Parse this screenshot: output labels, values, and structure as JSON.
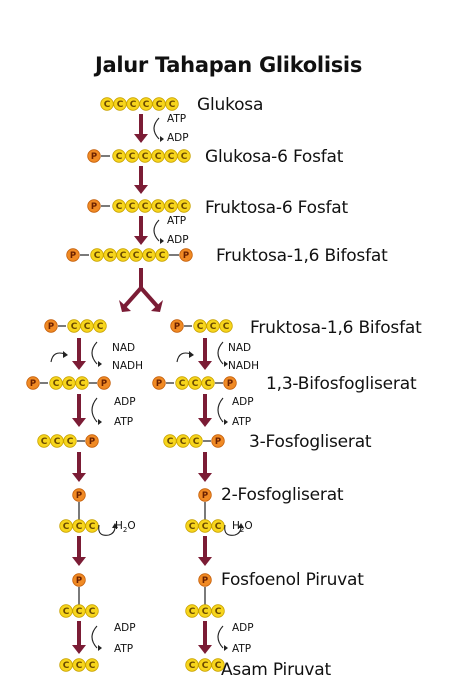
{
  "title": "Jalur Tahapan Glikolisis",
  "carbon_symbol": "C",
  "phosphate_symbol": "P",
  "colors": {
    "carbon": "#f7d51c",
    "carbon_edge": "#c9a300",
    "phosphate": "#f08a24",
    "phosphate_edge": "#c55f0a",
    "arrow": "#7b1c35",
    "text": "#111111"
  },
  "main_path": {
    "labels": {
      "glukosa": "Glukosa",
      "g6p": "Glukosa-6 Fosfat",
      "f6p": "Fruktosa-6 Fosfat",
      "f16bp": "Fruktosa-1,6 Bifosfat"
    },
    "cofactors": {
      "step1_in": "ATP",
      "step1_out": "ADP",
      "step3_in": "ATP",
      "step3_out": "ADP"
    }
  },
  "branch_labels": {
    "f16bp": "Fruktosa-1,6 Bifosfat",
    "bpg13": "1,3-Bifosfogliserat",
    "pg3": "3-Fosfogliserat",
    "pg2": "2-Fosfogliserat",
    "pep": "Fosfoenol Piruvat",
    "pyruvate": "Asam Piruvat"
  },
  "branch_cofactors": {
    "nad": "NAD",
    "nadh": "NADH",
    "adp": "ADP",
    "atp": "ATP",
    "h2o": "H2O"
  }
}
